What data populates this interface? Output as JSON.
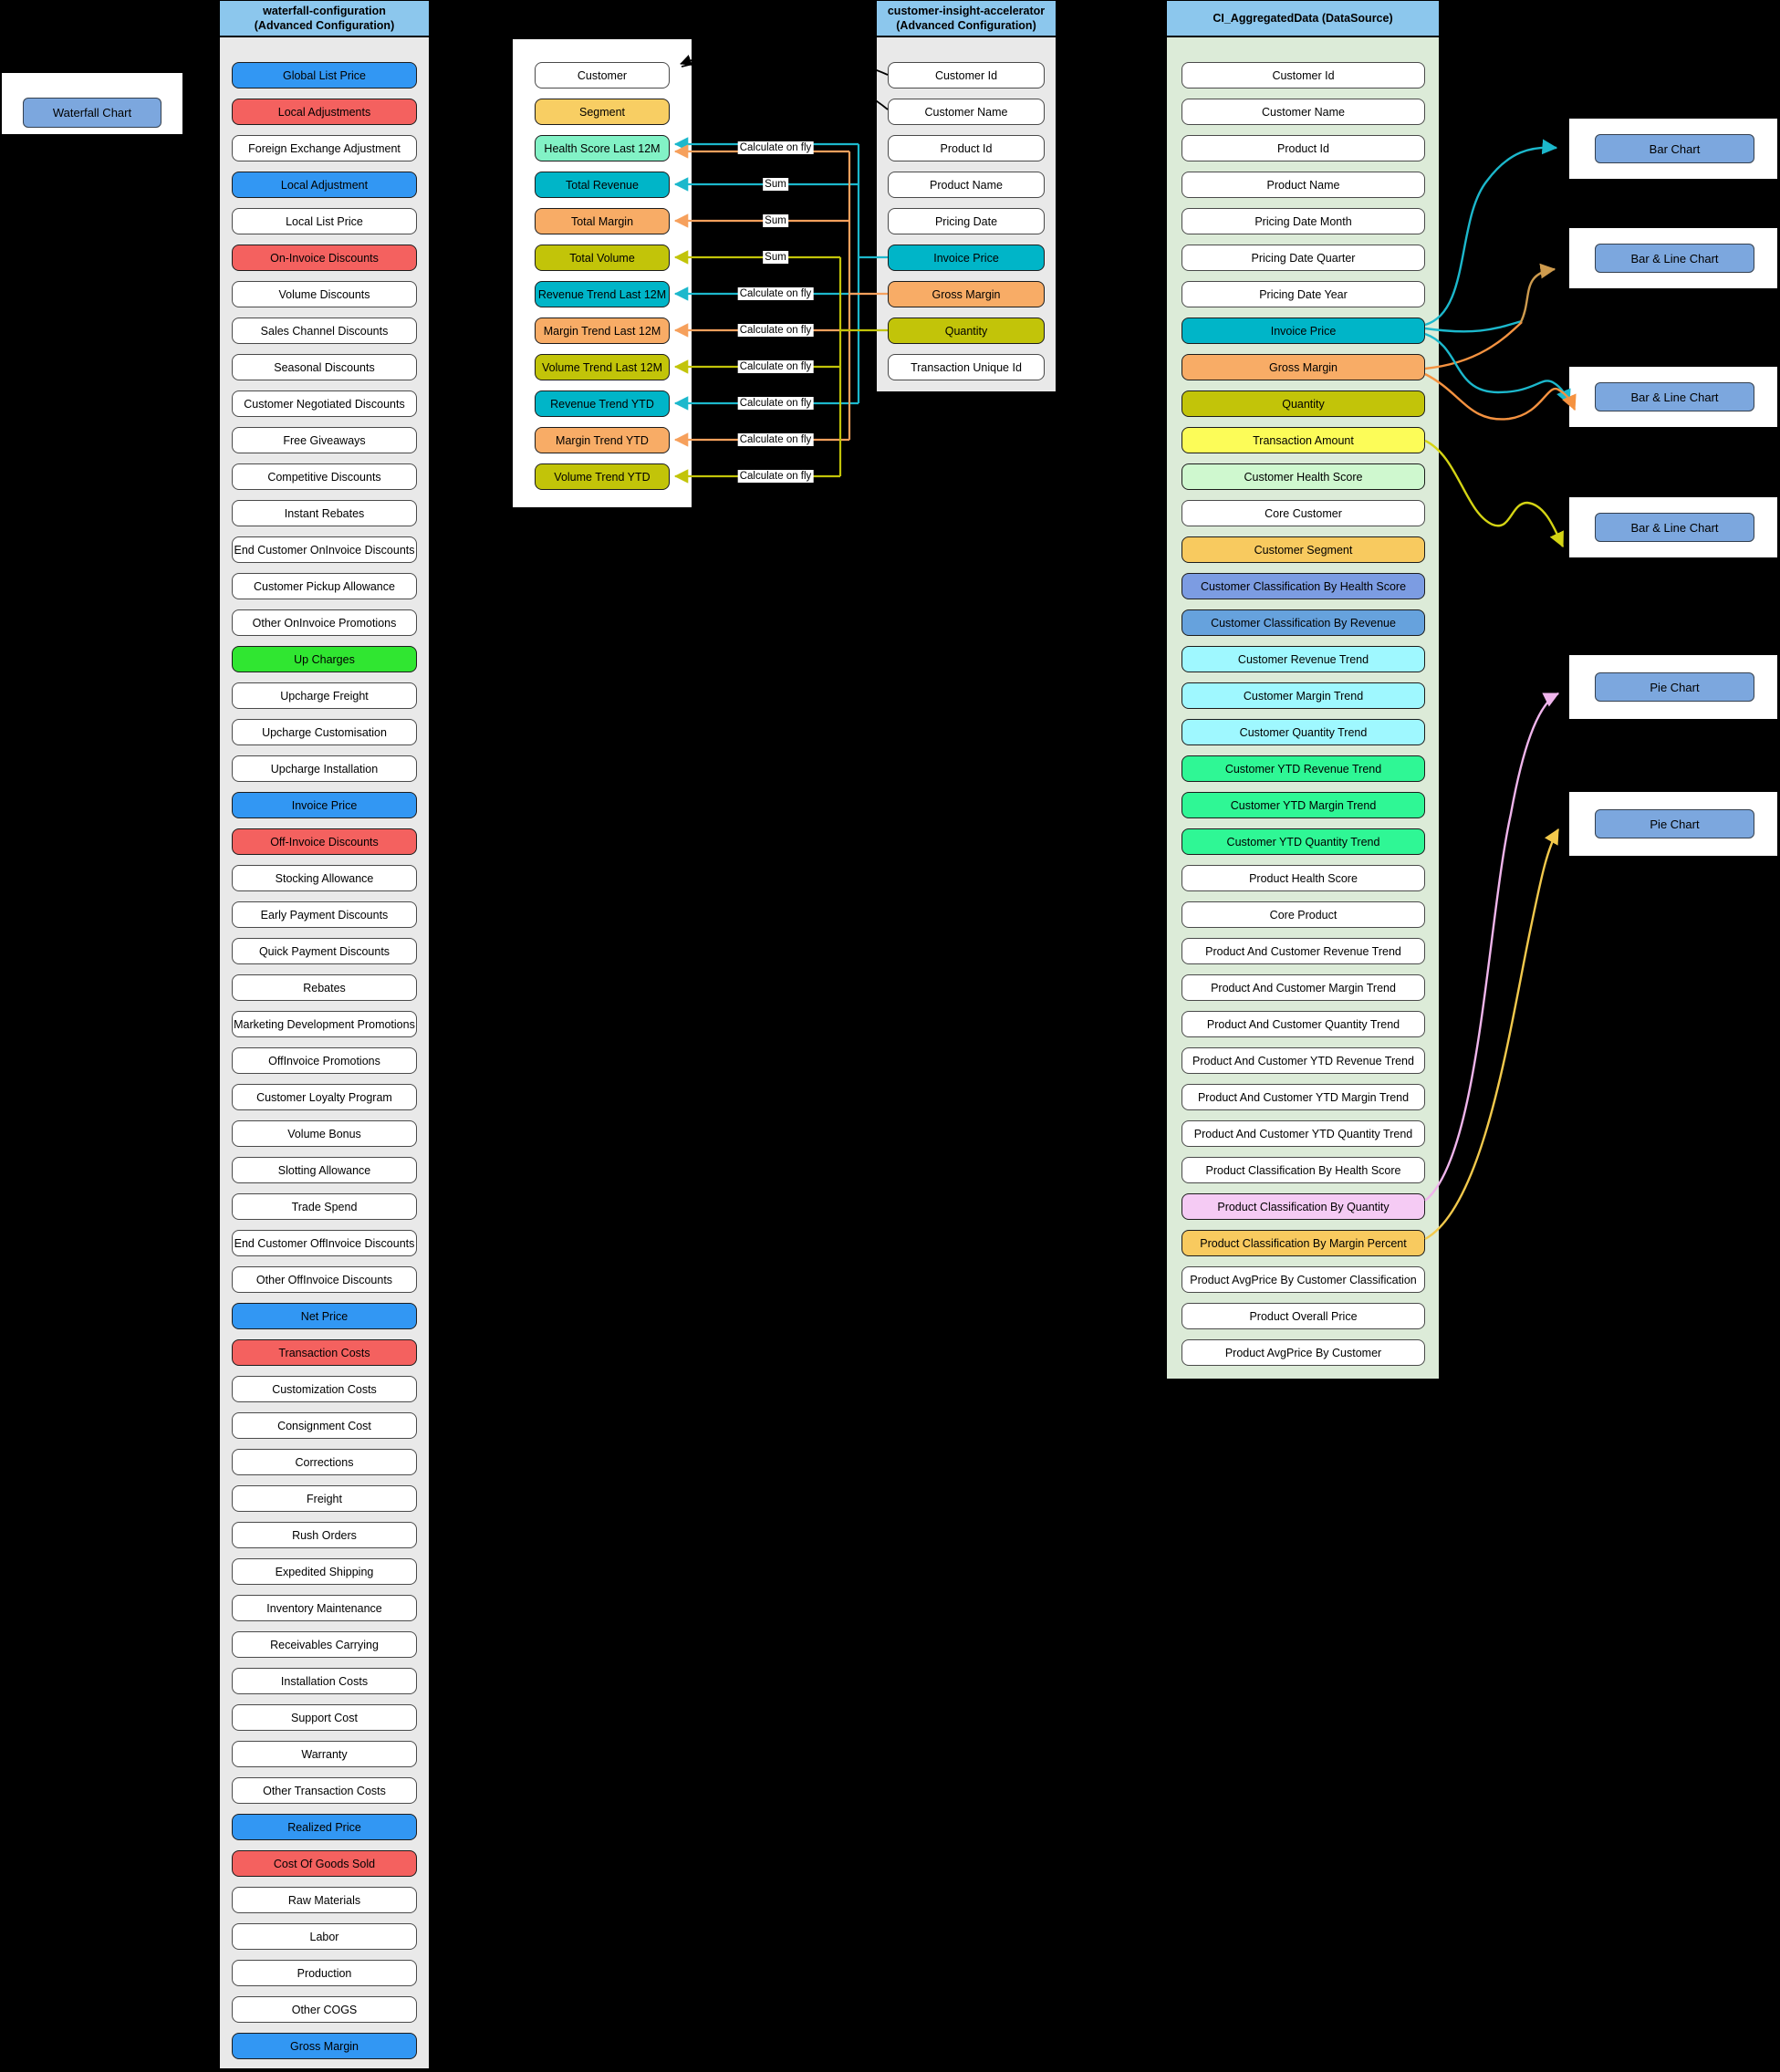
{
  "waterfall_chart": {
    "label": "Waterfall Chart"
  },
  "palette": {
    "blue": "#3297F3",
    "red": "#F4615F",
    "green": "#30E631",
    "white": "#FFFFFF",
    "teal": "#00B5C8",
    "sandy": "#F8AC66",
    "olive": "#C2C409",
    "mint": "#82F2C6",
    "paleGold": "#F8CE63",
    "yellow": "#FCFC58",
    "paleGreen": "#CFF8CF",
    "gold": "#F8CA5F",
    "periwinkle": "#7C9CE2",
    "blue2": "#66A2DD",
    "lightCyan": "#9FF8FF",
    "springGreen": "#2FF795",
    "pink": "#F5CBF4",
    "cornflower": "#7CA7DE",
    "headerBlue": "#8CC7ED",
    "cyanLine": "#1CB8CC",
    "orangeLine": "#F6A05C",
    "oliveLine": "#C2C409",
    "tanLine": "#CE9B4E",
    "brightOrangeLine": "#F59240",
    "yellowLine": "#D4D414",
    "pinkLine": "#F0B5EC",
    "goldLine": "#F2C94C"
  },
  "columns": {
    "waterfall": {
      "title_line1": "waterfall-configuration",
      "title_line2": "(Advanced Configuration)",
      "items": [
        {
          "label": "Global List Price",
          "color": "blue"
        },
        {
          "label": "Local Adjustments",
          "color": "red"
        },
        {
          "label": "Foreign Exchange Adjustment",
          "color": "white"
        },
        {
          "label": "Local Adjustment",
          "color": "blue"
        },
        {
          "label": "Local List Price",
          "color": "white"
        },
        {
          "label": "On-Invoice Discounts",
          "color": "red"
        },
        {
          "label": "Volume Discounts",
          "color": "white"
        },
        {
          "label": "Sales Channel Discounts",
          "color": "white"
        },
        {
          "label": "Seasonal Discounts",
          "color": "white"
        },
        {
          "label": "Customer Negotiated Discounts",
          "color": "white"
        },
        {
          "label": "Free Giveaways",
          "color": "white"
        },
        {
          "label": "Competitive Discounts",
          "color": "white"
        },
        {
          "label": "Instant Rebates",
          "color": "white"
        },
        {
          "label": "End Customer OnInvoice Discounts",
          "color": "white"
        },
        {
          "label": "Customer Pickup Allowance",
          "color": "white"
        },
        {
          "label": "Other OnInvoice Promotions",
          "color": "white"
        },
        {
          "label": "Up Charges",
          "color": "green"
        },
        {
          "label": "Upcharge Freight",
          "color": "white"
        },
        {
          "label": "Upcharge Customisation",
          "color": "white"
        },
        {
          "label": "Upcharge Installation",
          "color": "white"
        },
        {
          "label": "Invoice Price",
          "color": "blue"
        },
        {
          "label": "Off-Invoice Discounts",
          "color": "red"
        },
        {
          "label": "Stocking Allowance",
          "color": "white"
        },
        {
          "label": "Early Payment Discounts",
          "color": "white"
        },
        {
          "label": "Quick Payment Discounts",
          "color": "white"
        },
        {
          "label": "Rebates",
          "color": "white"
        },
        {
          "label": "Marketing Development Promotions",
          "color": "white"
        },
        {
          "label": "OffInvoice Promotions",
          "color": "white"
        },
        {
          "label": "Customer Loyalty Program",
          "color": "white"
        },
        {
          "label": "Volume Bonus",
          "color": "white"
        },
        {
          "label": "Slotting Allowance",
          "color": "white"
        },
        {
          "label": "Trade Spend",
          "color": "white"
        },
        {
          "label": "End Customer OffInvoice Discounts",
          "color": "white"
        },
        {
          "label": "Other OffInvoice Discounts",
          "color": "white"
        },
        {
          "label": "Net Price",
          "color": "blue"
        },
        {
          "label": "Transaction Costs",
          "color": "red"
        },
        {
          "label": "Customization Costs",
          "color": "white"
        },
        {
          "label": "Consignment Cost",
          "color": "white"
        },
        {
          "label": "Corrections",
          "color": "white"
        },
        {
          "label": "Freight",
          "color": "white"
        },
        {
          "label": "Rush Orders",
          "color": "white"
        },
        {
          "label": "Expedited Shipping",
          "color": "white"
        },
        {
          "label": "Inventory Maintenance",
          "color": "white"
        },
        {
          "label": "Receivables Carrying",
          "color": "white"
        },
        {
          "label": "Installation Costs",
          "color": "white"
        },
        {
          "label": "Support Cost",
          "color": "white"
        },
        {
          "label": "Warranty",
          "color": "white"
        },
        {
          "label": "Other Transaction Costs",
          "color": "white"
        },
        {
          "label": "Realized Price",
          "color": "blue"
        },
        {
          "label": "Cost Of Goods Sold",
          "color": "red"
        },
        {
          "label": "Raw Materials",
          "color": "white"
        },
        {
          "label": "Labor",
          "color": "white"
        },
        {
          "label": "Production",
          "color": "white"
        },
        {
          "label": "Other COGS",
          "color": "white"
        },
        {
          "label": "Gross Margin",
          "color": "blue"
        }
      ]
    },
    "metrics": {
      "items": [
        {
          "label": "Customer",
          "color": "white"
        },
        {
          "label": "Segment",
          "color": "paleGold"
        },
        {
          "label": "Health Score Last 12M",
          "color": "mint"
        },
        {
          "label": "Total Revenue",
          "color": "teal"
        },
        {
          "label": "Total Margin",
          "color": "sandy"
        },
        {
          "label": "Total Volume",
          "color": "olive"
        },
        {
          "label": "Revenue Trend Last 12M",
          "color": "teal"
        },
        {
          "label": "Margin Trend Last 12M",
          "color": "sandy"
        },
        {
          "label": "Volume Trend Last 12M",
          "color": "olive"
        },
        {
          "label": "Revenue Trend YTD",
          "color": "teal"
        },
        {
          "label": "Margin Trend YTD",
          "color": "sandy"
        },
        {
          "label": "Volume Trend YTD",
          "color": "olive"
        }
      ]
    },
    "accelerator": {
      "title_line1": "customer-insight-accelerator",
      "title_line2": "(Advanced Configuration)",
      "items": [
        {
          "label": "Customer Id",
          "color": "white"
        },
        {
          "label": "Customer Name",
          "color": "white"
        },
        {
          "label": "Product Id",
          "color": "white"
        },
        {
          "label": "Product Name",
          "color": "white"
        },
        {
          "label": "Pricing Date",
          "color": "white"
        },
        {
          "label": "Invoice Price",
          "color": "teal"
        },
        {
          "label": "Gross Margin",
          "color": "sandy"
        },
        {
          "label": "Quantity",
          "color": "olive"
        },
        {
          "label": "Transaction Unique Id",
          "color": "white"
        }
      ]
    },
    "datasource": {
      "title": "CI_AggregatedData (DataSource)",
      "items": [
        {
          "label": "Customer Id",
          "color": "white"
        },
        {
          "label": "Customer Name",
          "color": "white"
        },
        {
          "label": "Product Id",
          "color": "white"
        },
        {
          "label": "Product Name",
          "color": "white"
        },
        {
          "label": "Pricing Date Month",
          "color": "white"
        },
        {
          "label": "Pricing Date Quarter",
          "color": "white"
        },
        {
          "label": "Pricing Date Year",
          "color": "white"
        },
        {
          "label": "Invoice Price",
          "color": "teal"
        },
        {
          "label": "Gross Margin",
          "color": "sandy"
        },
        {
          "label": "Quantity",
          "color": "olive"
        },
        {
          "label": "Transaction Amount",
          "color": "yellow"
        },
        {
          "label": "Customer Health Score",
          "color": "paleGreen"
        },
        {
          "label": "Core Customer",
          "color": "white"
        },
        {
          "label": "Customer Segment",
          "color": "gold"
        },
        {
          "label": "Customer Classification By Health Score",
          "color": "periwinkle"
        },
        {
          "label": "Customer Classification By Revenue",
          "color": "blue2"
        },
        {
          "label": "Customer Revenue Trend",
          "color": "lightCyan"
        },
        {
          "label": "Customer Margin Trend",
          "color": "lightCyan"
        },
        {
          "label": "Customer Quantity Trend",
          "color": "lightCyan"
        },
        {
          "label": "Customer YTD Revenue Trend",
          "color": "springGreen"
        },
        {
          "label": "Customer YTD Margin Trend",
          "color": "springGreen"
        },
        {
          "label": "Customer YTD Quantity Trend",
          "color": "springGreen"
        },
        {
          "label": "Product Health Score",
          "color": "white"
        },
        {
          "label": "Core Product",
          "color": "white"
        },
        {
          "label": "Product And Customer Revenue Trend",
          "color": "white"
        },
        {
          "label": "Product And Customer Margin Trend",
          "color": "white"
        },
        {
          "label": "Product And Customer Quantity Trend",
          "color": "white"
        },
        {
          "label": "Product And Customer YTD Revenue Trend",
          "color": "white"
        },
        {
          "label": "Product And Customer YTD Margin Trend",
          "color": "white"
        },
        {
          "label": "Product And Customer YTD Quantity Trend",
          "color": "white"
        },
        {
          "label": "Product Classification By Health Score",
          "color": "white"
        },
        {
          "label": "Product Classification By Quantity",
          "color": "pink"
        },
        {
          "label": "Product Classification By Margin Percent",
          "color": "gold"
        },
        {
          "label": "Product AvgPrice By Customer Classification",
          "color": "white"
        },
        {
          "label": "Product Overall Price",
          "color": "white"
        },
        {
          "label": "Product AvgPrice By Customer",
          "color": "white"
        }
      ]
    }
  },
  "charts": [
    {
      "label": "Bar Chart"
    },
    {
      "label": "Bar & Line Chart"
    },
    {
      "label": "Bar & Line Chart"
    },
    {
      "label": "Bar & Line Chart"
    },
    {
      "label": "Pie Chart"
    },
    {
      "label": "Pie Chart"
    }
  ],
  "flow_edges": [
    {
      "from": "Invoice Price",
      "to": "Health Score Last 12M",
      "label": "Calculate on fly",
      "color": "cyan"
    },
    {
      "from": "Gross Margin",
      "to": "Health Score Last 12M",
      "label": "Calculate on fly",
      "color": "orange"
    },
    {
      "from": "Invoice Price",
      "to": "Total Revenue",
      "label": "Sum",
      "color": "cyan"
    },
    {
      "from": "Gross Margin",
      "to": "Total Margin",
      "label": "Sum",
      "color": "orange"
    },
    {
      "from": "Quantity",
      "to": "Total Volume",
      "label": "Sum",
      "color": "olive"
    },
    {
      "from": "Invoice Price",
      "to": "Revenue Trend Last 12M",
      "label": "Calculate on fly",
      "color": "cyan"
    },
    {
      "from": "Gross Margin",
      "to": "Margin Trend Last 12M",
      "label": "Calculate on fly",
      "color": "orange"
    },
    {
      "from": "Quantity",
      "to": "Volume Trend Last 12M",
      "label": "Calculate on fly",
      "color": "olive"
    },
    {
      "from": "Invoice Price",
      "to": "Revenue Trend YTD",
      "label": "Calculate on fly",
      "color": "cyan"
    },
    {
      "from": "Gross Margin",
      "to": "Margin Trend YTD",
      "label": "Calculate on fly",
      "color": "orange"
    },
    {
      "from": "Quantity",
      "to": "Volume Trend YTD",
      "label": "Calculate on fly",
      "color": "olive"
    }
  ],
  "customer_links": [
    {
      "from": "Customer Id",
      "to": "Customer"
    },
    {
      "from": "Customer Name",
      "to": "Customer"
    }
  ],
  "chart_links": [
    {
      "sources": [
        "Invoice Price"
      ],
      "chart": 0,
      "color": "cyan"
    },
    {
      "sources": [
        "Invoice Price",
        "Gross Margin"
      ],
      "chart": 1,
      "color": "tan"
    },
    {
      "sources": [
        "Invoice Price"
      ],
      "chart": 2,
      "color": "cyan"
    },
    {
      "sources": [
        "Gross Margin"
      ],
      "chart": 2,
      "color": "brightOrange"
    },
    {
      "sources": [
        "Transaction Amount"
      ],
      "chart": 3,
      "color": "yellow"
    },
    {
      "sources": [
        "Product Classification By Quantity"
      ],
      "chart": 4,
      "color": "pink"
    },
    {
      "sources": [
        "Product Classification By Margin Percent"
      ],
      "chart": 5,
      "color": "gold"
    }
  ]
}
